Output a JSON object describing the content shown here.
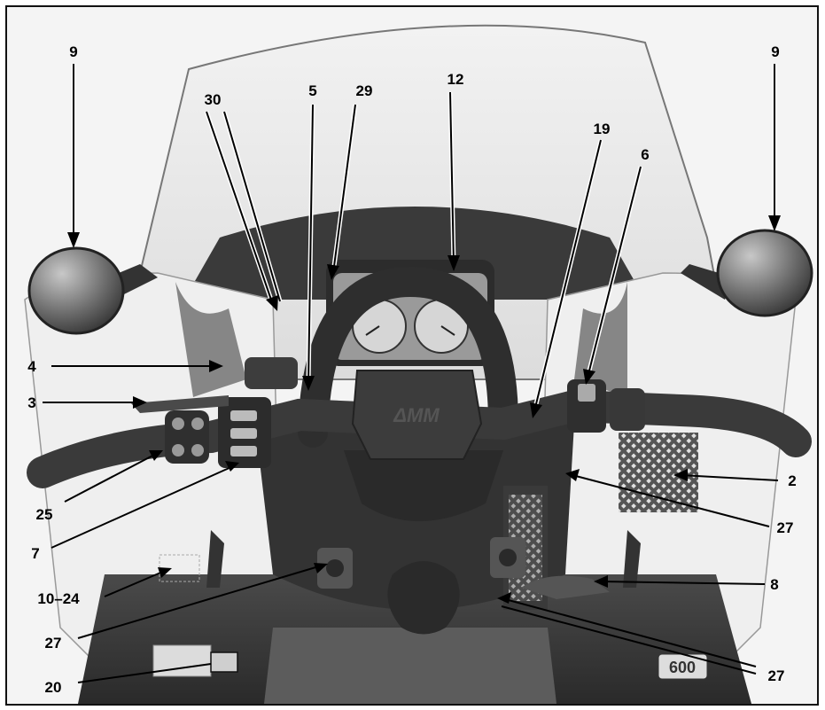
{
  "figure": {
    "description_free": true,
    "callouts": [
      {
        "id": "c9L",
        "label": "9"
      },
      {
        "id": "c30",
        "label": "30"
      },
      {
        "id": "c5",
        "label": "5"
      },
      {
        "id": "c29",
        "label": "29"
      },
      {
        "id": "c12",
        "label": "12"
      },
      {
        "id": "c19",
        "label": "19"
      },
      {
        "id": "c6",
        "label": "6"
      },
      {
        "id": "c9R",
        "label": "9"
      },
      {
        "id": "c4",
        "label": "4"
      },
      {
        "id": "c3",
        "label": "3"
      },
      {
        "id": "c25",
        "label": "25"
      },
      {
        "id": "c7",
        "label": "7"
      },
      {
        "id": "c10",
        "label": "10–24"
      },
      {
        "id": "c27a",
        "label": "27"
      },
      {
        "id": "c20",
        "label": "20"
      },
      {
        "id": "c2",
        "label": "2"
      },
      {
        "id": "c27b",
        "label": "27"
      },
      {
        "id": "c8",
        "label": "8"
      },
      {
        "id": "c27c",
        "label": "27"
      }
    ],
    "badge_text": "600",
    "hub_text": "ΔMM"
  }
}
